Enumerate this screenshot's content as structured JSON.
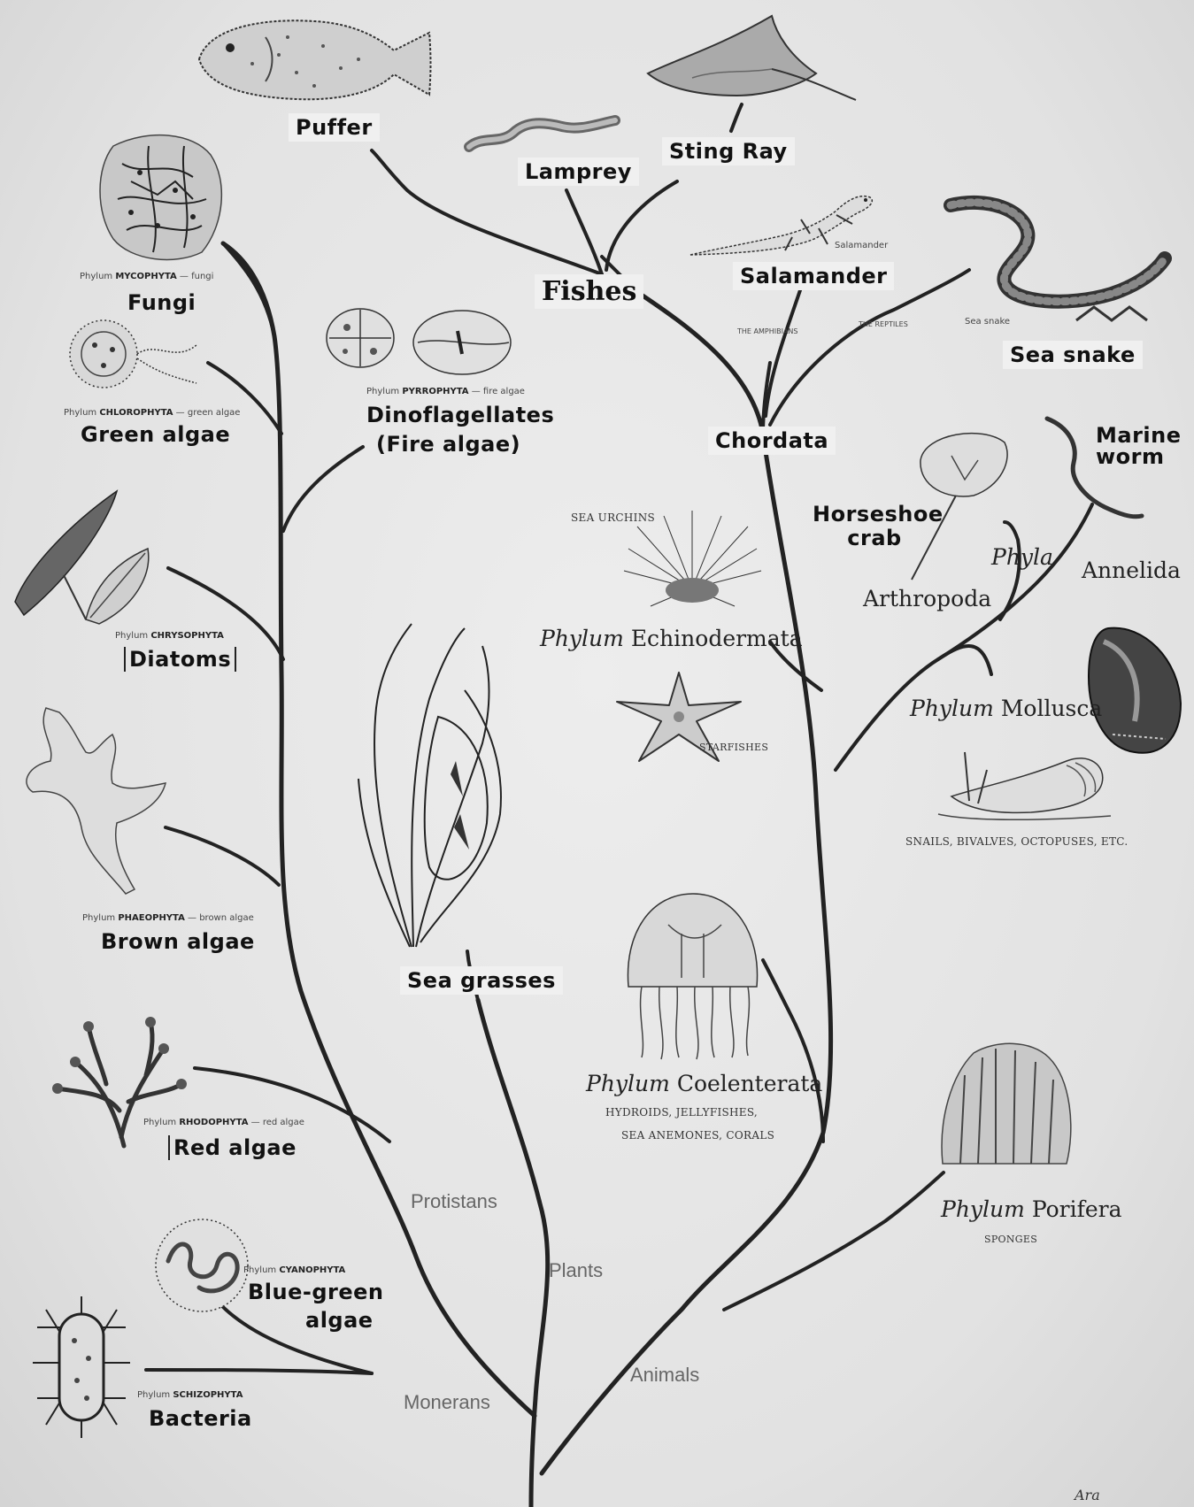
{
  "labels": {
    "puffer": "Puffer",
    "lamprey": "Lamprey",
    "sting_ray": "Sting Ray",
    "fishes": "Fishes",
    "salamander": "Salamander",
    "salamander_small": "Salamander",
    "sea_snake": "Sea snake",
    "sea_snake_small": "Sea snake",
    "amphibians_small": "THE AMPHIBIANS",
    "reptiles_small": "THE REPTILES",
    "chordata": "Chordata",
    "marine_worm": "Marine worm",
    "horseshoe_crab": "Horseshoe crab",
    "phyla": "Phyla",
    "annelida": "Annelida",
    "arthropoda": "Arthropoda",
    "echinodermata_phylum": "Phylum",
    "echinodermata": "Echinodermata",
    "sea_urchins": "SEA URCHINS",
    "starfishes": "STARFISHES",
    "mollusca_phylum": "Phylum",
    "mollusca": "Mollusca",
    "mollusca_caption": "SNAILS, BIVALVES, OCTOPUSES, ETC.",
    "coelenterata_phylum": "Phylum",
    "coelenterata": "Coelenterata",
    "coelenterata_caption_1": "HYDROIDS, JELLYFISHES,",
    "coelenterata_caption_2": "SEA ANEMONES, CORALS",
    "porifera_phylum": "Phylum",
    "porifera": "Porifera",
    "sponges": "SPONGES",
    "sea_grasses": "Sea grasses",
    "fungi_phylum": "Phylum",
    "fungi_taxon": "MYCOPHYTA",
    "fungi_common": "fungi",
    "fungi": "Fungi",
    "green_phylum": "Phylum",
    "green_taxon": "CHLOROPHYTA",
    "green_common": "green algae",
    "green_algae": "Green algae",
    "dino_phylum": "Phylum",
    "dino_taxon": "PYRROPHYTA",
    "dino_common": "fire algae",
    "dinoflagellates": "Dinoflagellates",
    "fire_algae": "(Fire algae)",
    "diatoms_phylum": "Phylum",
    "diatoms_taxon": "CHRYSOPHYTA",
    "diatoms": "Diatoms",
    "brown_phylum": "Phylum",
    "brown_taxon": "PHAEOPHYTA",
    "brown_common": "brown algae",
    "brown_algae": "Brown algae",
    "red_phylum": "Phylum",
    "red_taxon": "RHODOPHYTA",
    "red_common": "red algae",
    "red_algae": "Red algae",
    "bluegreen_phylum": "Phylum",
    "bluegreen_taxon": "CYANOPHYTA",
    "blue_green_1": "Blue-green",
    "blue_green_2": "algae",
    "bacteria_phylum": "Phylum",
    "bacteria_taxon": "SCHIZOPHYTA",
    "bacteria": "Bacteria",
    "protistans": "Protistans",
    "plants": "Plants",
    "animals": "Animals",
    "monerans": "Monerans",
    "signature": "Ara"
  },
  "colors": {
    "background": "#e6e6e6",
    "ink": "#222222",
    "label_box": "#f0f0f0"
  }
}
